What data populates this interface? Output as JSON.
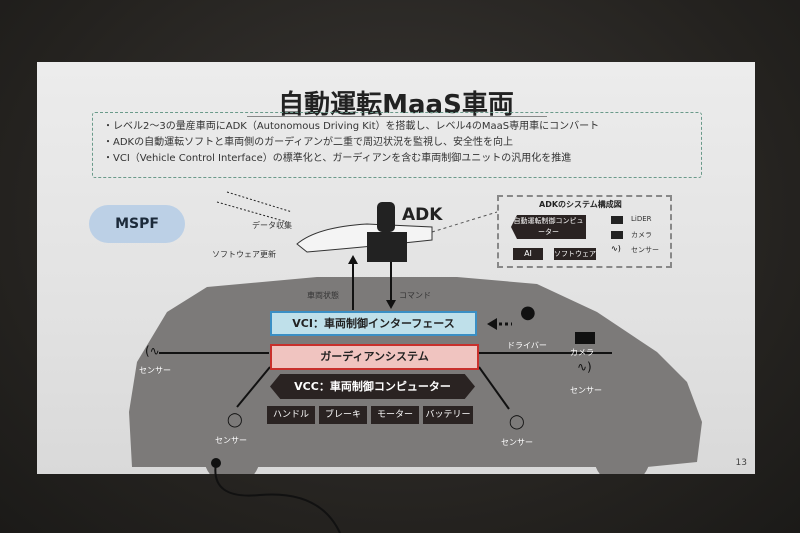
{
  "slide": {
    "title": "自動運転MaaS車両",
    "bullets": [
      "・レベル2〜3の量産車両にADK（Autonomous Driving Kit）を搭載し、レベル4のMaaS専用車にコンバート",
      "・ADKの自動運転ソフトと車両側のガーディアンが二重で周辺状況を監視し、安全性を向上",
      "・VCI（Vehicle Control Interface）の標準化と、ガーディアンを含む車両制御ユニットの汎用化を推進"
    ],
    "page_number": "13"
  },
  "diagram": {
    "cloud": "MSPF",
    "data_collection": "データ収集",
    "software_update": "ソフトウェア更新",
    "adk": "ADK",
    "vehicle_state": "車両状態",
    "command": "コマンド",
    "vci": "VCI：車両制御インターフェース",
    "guardian": "ガーディアンシステム",
    "vcc": "VCC：車両制御コンピューター",
    "actuators": [
      "ハンドル",
      "ブレーキ",
      "モーター",
      "バッテリー"
    ],
    "driver": "ドライバー",
    "camera": "カメラ",
    "sensor": "センサー",
    "adk_system": {
      "title": "ADKのシステム構成図",
      "computer": "自動運転制御コンピューター",
      "ai": "AI",
      "software": "ソフトウェア",
      "lidar": "LiDER",
      "camera": "カメラ",
      "sensor": "センサー"
    }
  },
  "colors": {
    "vci_fill": "#bfe0ea",
    "vci_border": "#3a8fc4",
    "guardian_fill": "#f0c4c0",
    "guardian_border": "#c8302c",
    "cloud": "#bcd0e6",
    "car": "#7c7a79"
  }
}
